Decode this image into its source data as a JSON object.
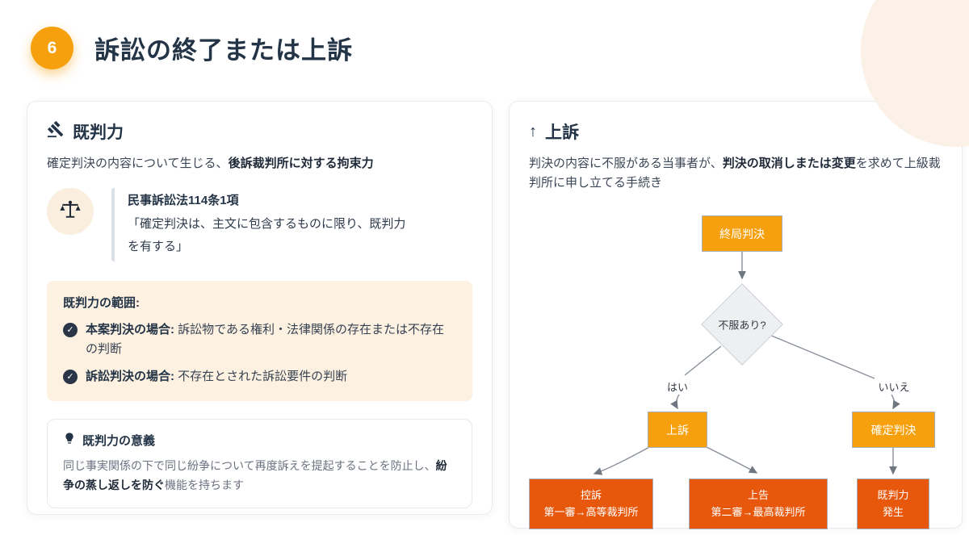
{
  "colors": {
    "accent_amber": "#F5A00C",
    "deep_orange": "#E8580C",
    "navy": "#243447",
    "cream_circle": "#FBF1E6",
    "scope_bg": "#FDF2E2",
    "badge_bg": "#FAEEDE"
  },
  "header": {
    "number": "6",
    "title": "訴訟の終了または上訴"
  },
  "icons": {
    "up_arrow": "↑",
    "check": "✓"
  },
  "left_card": {
    "title": "既判力",
    "intro_plain": "確定判決の内容について生じる、",
    "intro_bold": "後訴裁判所に対する拘束力",
    "quote": {
      "title": "民事訴訟法114条1項",
      "body": "「確定判決は、主文に包含するものに限り、既判力を有する」"
    },
    "scope": {
      "heading": "既判力の範囲:",
      "items": [
        {
          "label": "本案判決の場合:",
          "text": " 訴訟物である権利・法律関係の存在または不存在の判断"
        },
        {
          "label": "訴訟判決の場合:",
          "text": " 不存在とされた訴訟要件の判断"
        }
      ]
    },
    "significance": {
      "heading": "既判力の意義",
      "body_start": "同じ事実関係の下で同じ紛争について再度訴えを提起することを防止し、",
      "body_bold": "紛争の蒸し返しを防ぐ",
      "body_end": "機能を持ちます"
    }
  },
  "right_card": {
    "title": "上訴",
    "intro_start": "判決の内容に不服がある当事者が、",
    "intro_bold": "判決の取消しまたは変更",
    "intro_end": "を求めて上級裁判所に申し立てる手続き",
    "flowchart": {
      "final_judgment": "終局判決",
      "decision": "不服あり?",
      "label_yes": "はい",
      "label_no": "いいえ",
      "appeal": "上訴",
      "fixed_judgment": "確定判決",
      "koso_line1": "控訴",
      "koso_line2": "第一審→高等裁判所",
      "jokoku_line1": "上告",
      "jokoku_line2": "第二審→最高裁判所",
      "resj_line1": "既判力",
      "resj_line2": "発生"
    }
  }
}
